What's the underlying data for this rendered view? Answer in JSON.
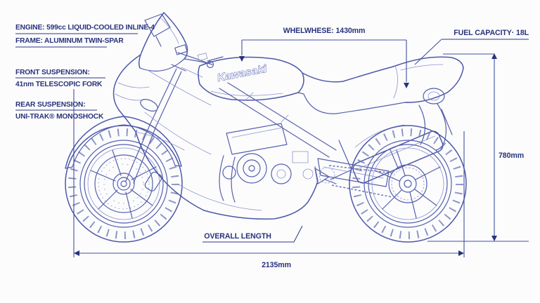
{
  "diagram": {
    "brand_logo": "Kawasaki",
    "specs": {
      "engine": "ENGINE: 599cc LIQUID-COOLED INLINE-4",
      "frame": "FRAME: ALUMINUM TWIN-SPAR",
      "front_suspension_title": "FRONT SUSPENSION:",
      "front_suspension_value": "41nm TELESCOPIC FORK",
      "rear_suspension_title": "REAR SUSPENSION:",
      "rear_suspension_value": "UNI-TRAK® MONOSHOCK"
    },
    "dimensions": {
      "wheelbase": "WHELWHESE:  1430mm",
      "fuel_capacity": "FUEL CAPACITY· 18L",
      "height": "780mm",
      "overall_length_label": "OVERALL LENGTH",
      "overall_length_value": "2135mm"
    },
    "colors": {
      "background": "#fcfcfd",
      "linework": "#5560ac",
      "linework_light": "#8b92cd",
      "dimension_line": "#4450a0",
      "text": "#27327b"
    }
  }
}
